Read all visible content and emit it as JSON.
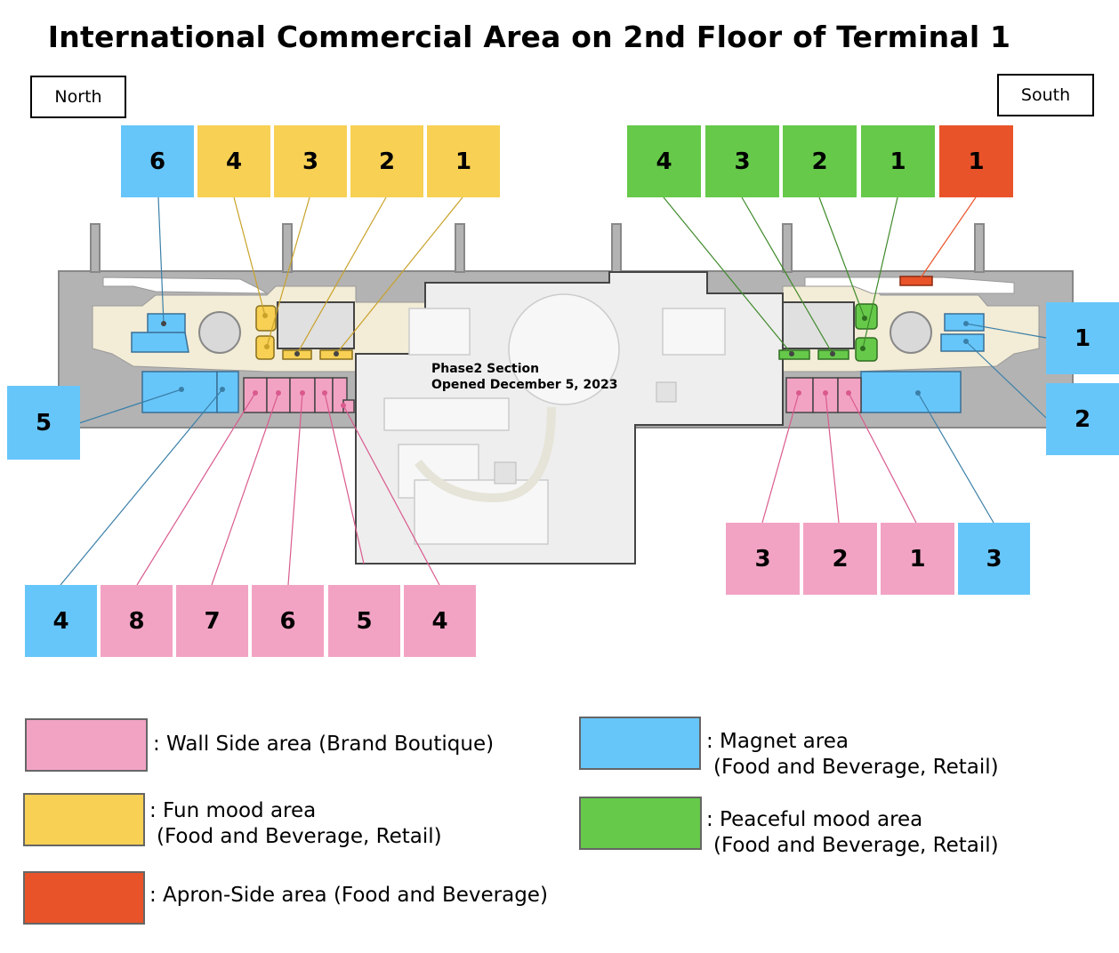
{
  "title": "International Commercial Area on 2nd Floor of Terminal 1",
  "directions": {
    "north": "North",
    "south": "South"
  },
  "phase2": {
    "line1": "Phase2 Section",
    "line2": "Opened December 5, 2023"
  },
  "colors": {
    "wall_side": "#f2a3c4",
    "magnet": "#67c6f9",
    "fun_mood": "#f7d054",
    "peaceful_mood": "#66c94a",
    "apron_side": "#e9532a"
  },
  "labels": {
    "north_top": [
      "6",
      "4",
      "3",
      "2",
      "1"
    ],
    "south_top": [
      "4",
      "3",
      "2",
      "1",
      "1"
    ],
    "right_side": [
      "1",
      "2"
    ],
    "left_side": [
      "5"
    ],
    "bottom_left": [
      "4",
      "8",
      "7",
      "6",
      "5",
      "4"
    ],
    "bottom_right": [
      "3",
      "2",
      "1",
      "3"
    ]
  },
  "legend": {
    "wall_side": ": Wall Side area (Brand Boutique)",
    "magnet_l1": ": Magnet area",
    "magnet_l2": "(Food and Beverage, Retail)",
    "fun_l1": ": Fun mood area",
    "fun_l2": "(Food and Beverage, Retail)",
    "peaceful_l1": ": Peaceful mood area",
    "peaceful_l2": "(Food and Beverage, Retail)",
    "apron": ": Apron-Side area (Food and Beverage)"
  }
}
